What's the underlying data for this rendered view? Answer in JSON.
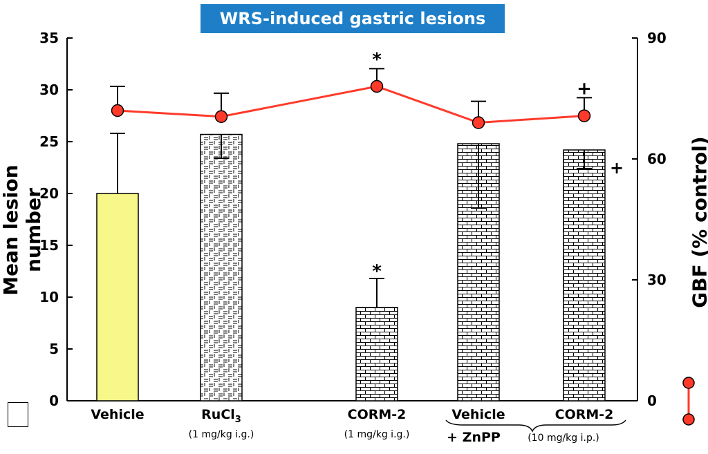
{
  "chart_data": {
    "type": "bar",
    "title": "WRS-induced gastric lesions",
    "ylabel": "Mean lesion number",
    "ylabel_right": "GBF (% control)",
    "ylim": [
      0,
      35
    ],
    "ylim_right": [
      0,
      90
    ],
    "yticks": [
      "0",
      "5",
      "10",
      "15",
      "20",
      "25",
      "30",
      "35"
    ],
    "yticks_right": [
      "0",
      "30",
      "60",
      "90"
    ],
    "categories": [
      "Vehicle",
      "RuCl3",
      "CORM-2",
      "Vehicle",
      "CORM-2"
    ],
    "subs": [
      "",
      "(1 mg/kg i.g.)",
      "(1 mg/kg i.g.)",
      "",
      ""
    ],
    "group_label": "+ ZnPP",
    "group_sub": "(10 mg/kg i.p.)",
    "bars": {
      "name": "Mean lesion number",
      "values": [
        20,
        25.7,
        9,
        24.8,
        24.2
      ],
      "errors": [
        5.8,
        2.3,
        2.8,
        6.2,
        1.8
      ],
      "annotations": [
        "",
        "",
        "*",
        "",
        "+"
      ],
      "patterns": [
        "solid-yellow",
        "dashes",
        "bricks",
        "bricks",
        "bricks"
      ]
    },
    "line": {
      "name": "GBF",
      "values": [
        72,
        70.5,
        78,
        69,
        70.7
      ],
      "errors": [
        6,
        5.8,
        4.4,
        5.3,
        4.5
      ],
      "annotations": [
        "",
        "",
        "*",
        "",
        "+"
      ],
      "color": "#ff3a2a"
    },
    "colors": {
      "bar_vehicle": "#f8f88a",
      "line": "#ff3a2a",
      "title_bg": "#1e7fc8"
    }
  }
}
